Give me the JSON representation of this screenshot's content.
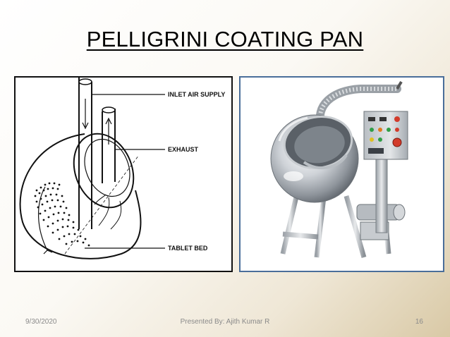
{
  "slide": {
    "title": "PELLIGRINI COATING PAN",
    "diagram_labels": {
      "inlet": "INLET AIR SUPPLY",
      "exhaust": "EXHAUST",
      "tablet_bed": "TABLET BED"
    }
  },
  "footer": {
    "date": "9/30/2020",
    "presenter": "Presented By: Ajith Kumar R",
    "page_number": "16"
  }
}
